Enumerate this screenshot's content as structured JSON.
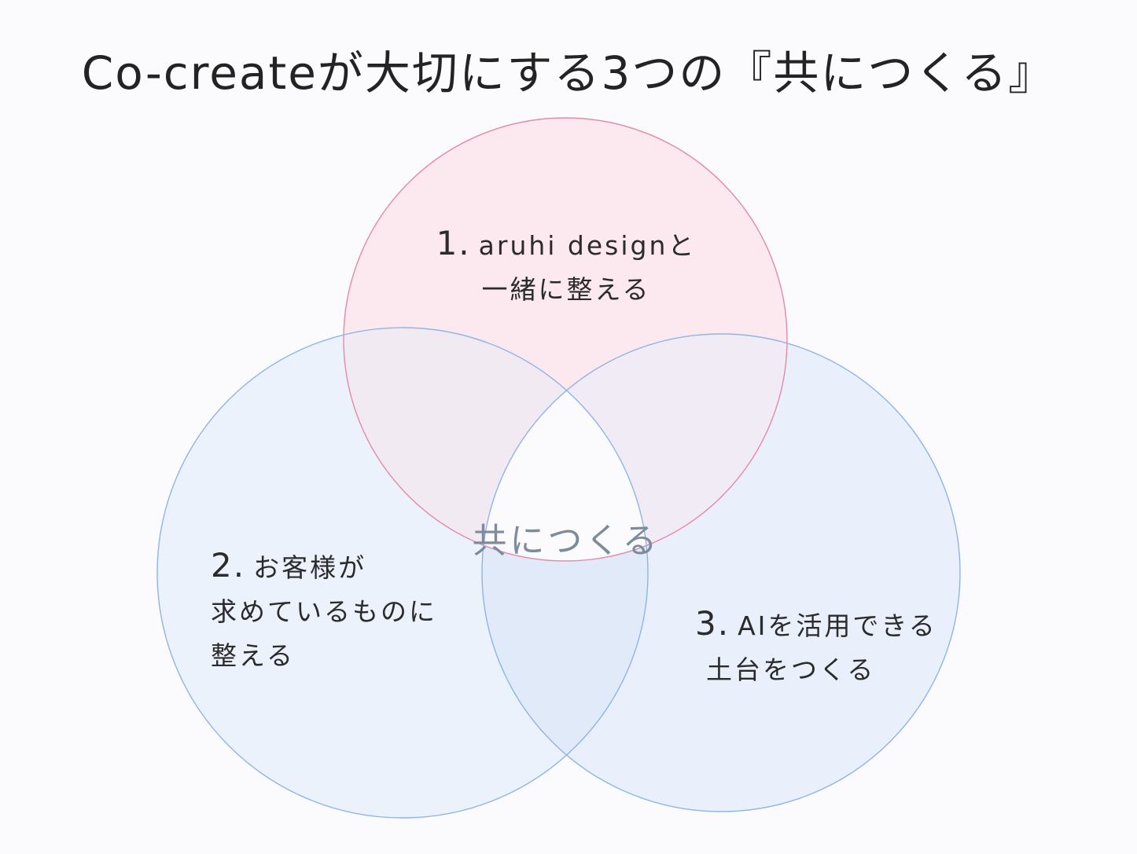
{
  "title": "Co-createが大切にする3つの『共につくる』",
  "center_label": "共につくる",
  "circles": [
    {
      "id": "circle-1",
      "number": "1.",
      "lines": [
        "aruhi designと",
        "一緒に整える"
      ],
      "fill": "#fbe9ef",
      "stroke": "#e58aa6"
    },
    {
      "id": "circle-2",
      "number": "2.",
      "lines": [
        "お客様が",
        "求めているものに",
        "整える"
      ],
      "fill": "#e9f0fb",
      "stroke": "#8fb4e8"
    },
    {
      "id": "circle-3",
      "number": "3.",
      "lines": [
        "AIを活用できる",
        "土台をつくる"
      ],
      "fill": "#e9f0fb",
      "stroke": "#8fb4e8"
    }
  ]
}
